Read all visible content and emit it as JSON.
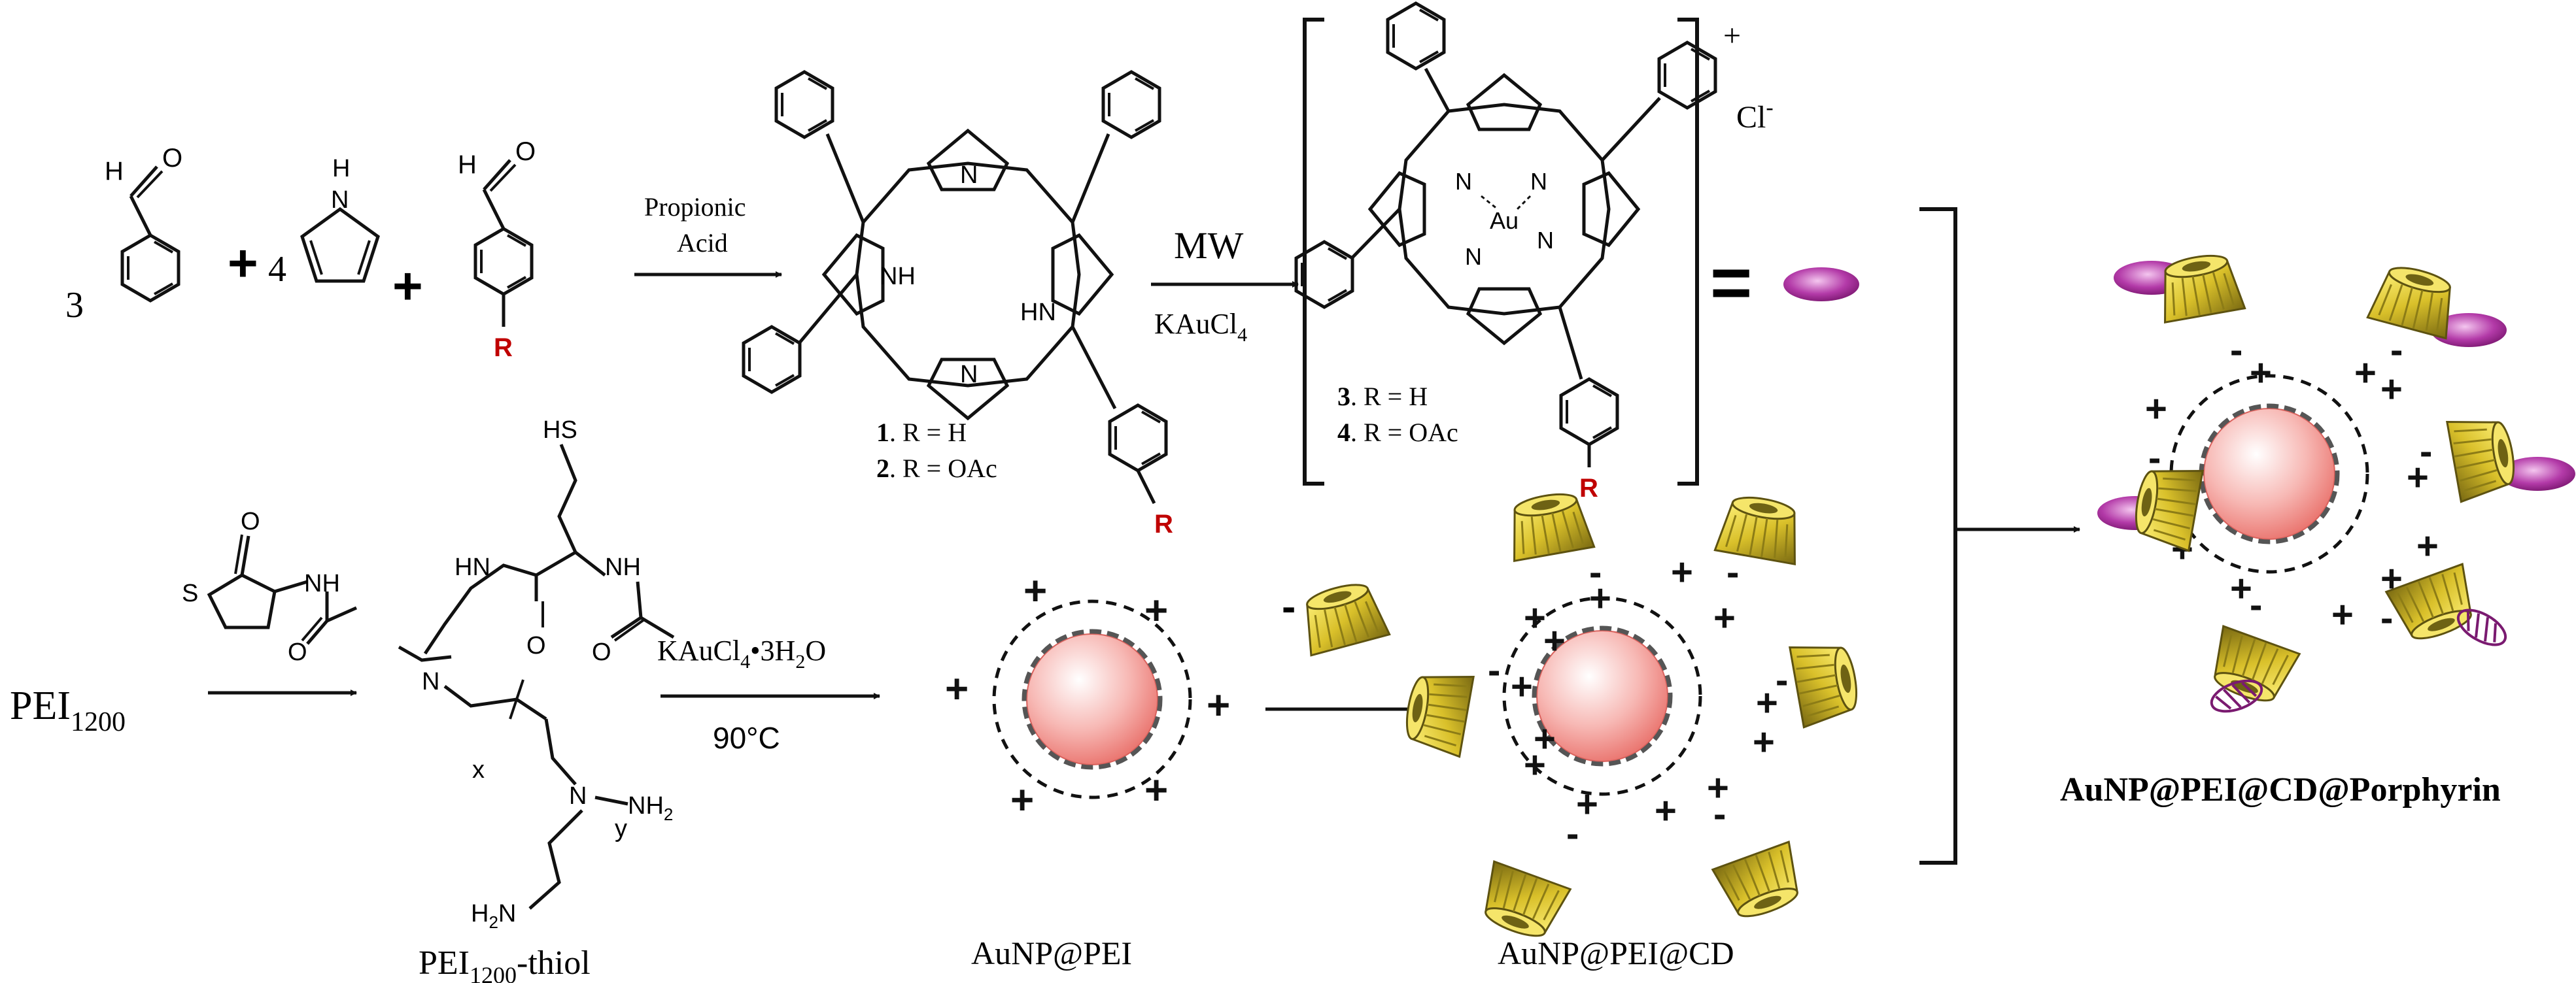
{
  "scheme": {
    "stage1": {
      "coef_benzaldehyde": "3",
      "plus_1": "+",
      "coef_pyrrole": "4",
      "plus_2": "+",
      "r_group": "R",
      "reagent_1": "Propionic",
      "reagent_2": "Acid",
      "porphyrin_labels": [
        {
          "num": "1",
          "text": ". R = H"
        },
        {
          "num": "2",
          "text": ". R = OAc"
        }
      ]
    },
    "stage2": {
      "reagent_top": "MW",
      "reagent_bottom_main": "KAuCl",
      "reagent_bottom_sub": "4",
      "charge": "+",
      "counterion_main": "Cl",
      "counterion_sup": "-",
      "equals": "=",
      "au_labels": [
        {
          "num": "3",
          "text": ". R = H"
        },
        {
          "num": "4",
          "text": ". R = OAc"
        }
      ]
    },
    "stage3": {
      "start_main": "PEI",
      "start_sub": "1200",
      "thiol_label_main": "PEI",
      "thiol_label_sub": "1200",
      "thiol_label_suffix": "-thiol",
      "reagent_top_main": "KAuCl",
      "reagent_top_sub": "4",
      "reagent_top_suffix": "•3H",
      "reagent_top_sub2": "2",
      "reagent_top_suffix2": "O",
      "reagent_bottom": "90°C",
      "aunp_pei_label": "AuNP@PEI",
      "aunp_pei_cd_label": "AuNP@PEI@CD",
      "final_label": "AuNP@PEI@CD@Porphyrin",
      "cd_charge": "-"
    },
    "atoms": {
      "hs": "HS",
      "s": "S",
      "o": "O",
      "nh": "NH",
      "hn": "HN",
      "n": "N",
      "h": "H",
      "au": "Au",
      "nh2": "NH",
      "nh2_sub": "2",
      "h2n": "H",
      "h2n_sub": "2",
      "h2n_tail": "N",
      "x": "x",
      "y": "y"
    },
    "colors": {
      "line": "#111111",
      "r_group": "#c00000",
      "gold_np_center": "#ffffff",
      "gold_np_edge": "#f08080",
      "cd_yellow": "#e8d23a",
      "cd_dark": "#6b5f10",
      "porphyrin_disk": "#9a1f8a"
    }
  }
}
